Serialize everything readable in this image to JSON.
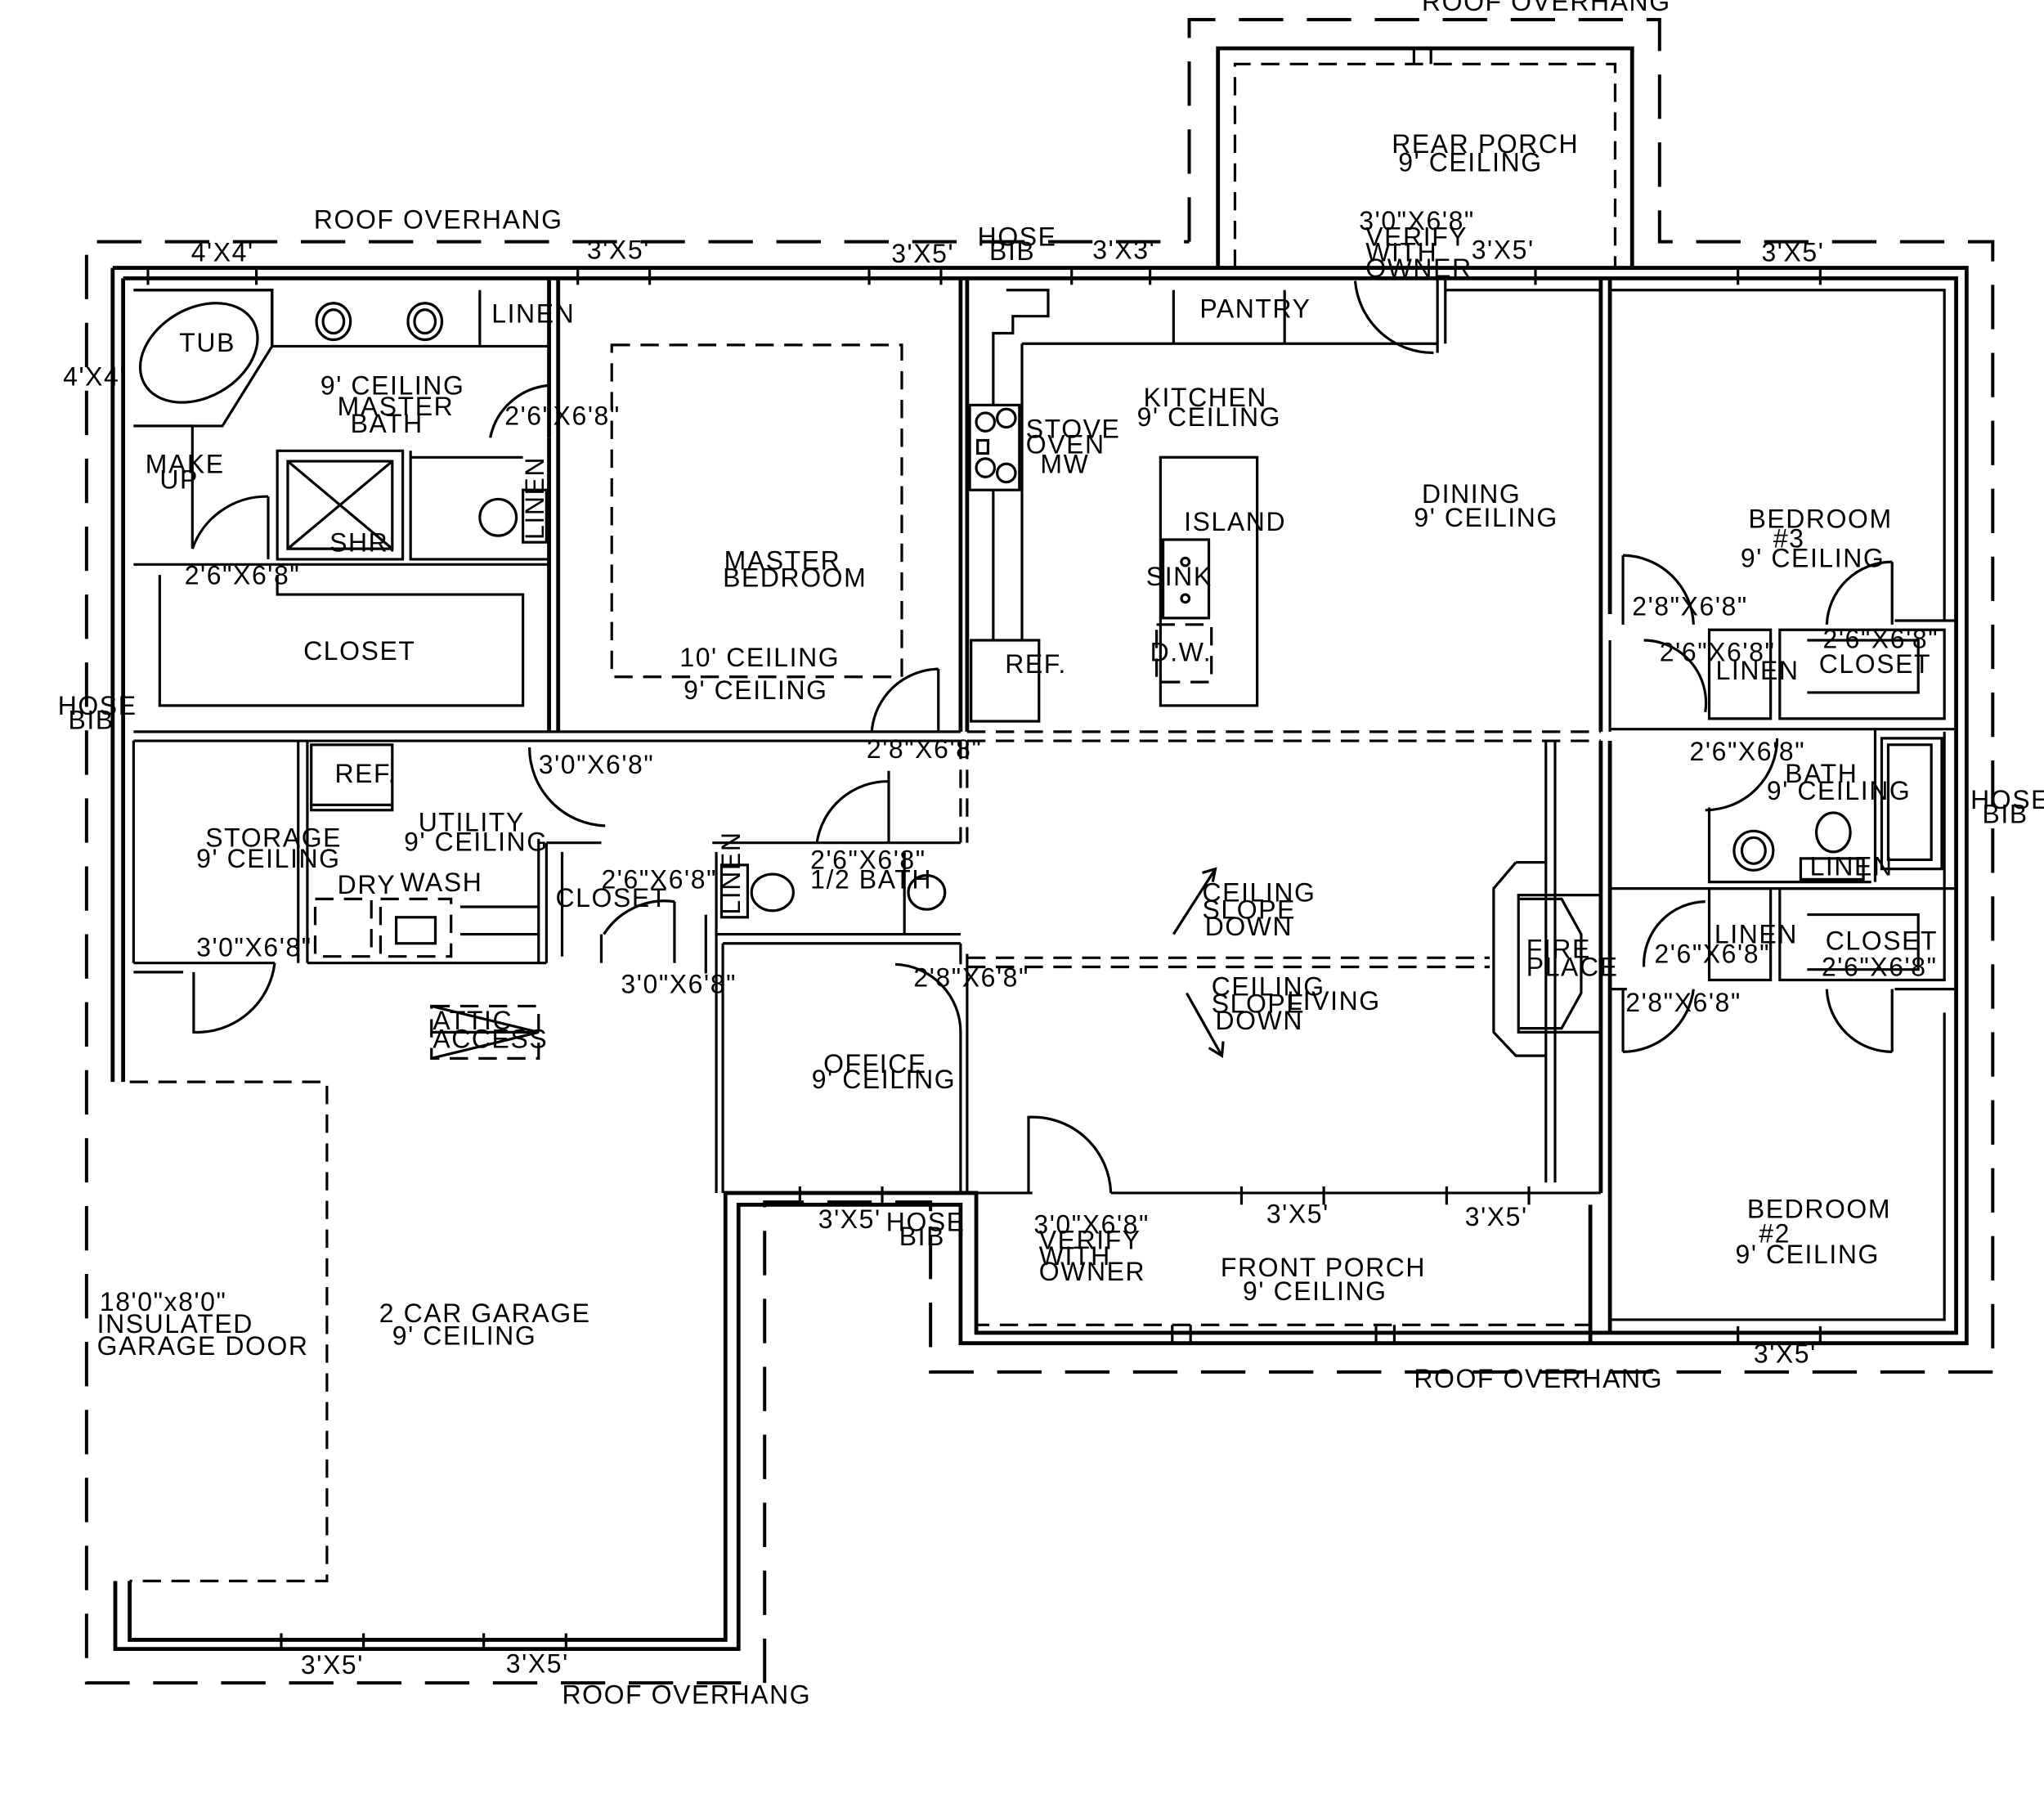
{
  "labels": {
    "roof_overhang_top": "ROOF OVERHANG",
    "roof_overhang_left": "ROOF OVERHANG",
    "roof_overhang_right": "ROOF OVERHANG",
    "roof_overhang_bottom": "ROOF OVERHANG",
    "rear_porch_1": "REAR PORCH",
    "rear_porch_2": "9' CEILING",
    "win_4x4_top": "4'X4'",
    "win_4x4_side": "4'X4'",
    "win_3x5_a": "3'X5'",
    "win_3x5_b": "3'X5'",
    "hose_bib_top_1": "HOSE",
    "hose_bib_top_2": "BIB",
    "win_3x3": "3'X3'",
    "rear_door_1": "3'0\"X6'8\"",
    "rear_door_2": "VERIFY",
    "rear_door_3": "WITH",
    "rear_door_4": "OWNER",
    "win_3x5_c": "3'X5'",
    "win_3x5_d": "3'X5'",
    "tub": "TUB",
    "linen_mb": "LINEN",
    "mb_ceiling": "9' CEILING",
    "mb_1": "MASTER",
    "mb_2": "BATH",
    "mb_door": "2'6\"X6'8\"",
    "makeup_1": "MAKE",
    "makeup_2": "UP",
    "shr": "SHR.",
    "linen_v1": "LINEN",
    "closet_door_mb": "2'6\"X6'8\"",
    "closet_mb": "CLOSET",
    "hose_bib_left_1": "HOSE",
    "hose_bib_left_2": "BIB",
    "master_bed_1": "MASTER",
    "master_bed_2": "BEDROOM",
    "master_ceil_10": "10' CEILING",
    "master_ceil_9": "9' CEILING",
    "pantry": "PANTRY",
    "kitchen_1": "KITCHEN",
    "kitchen_2": "9' CEILING",
    "stove_1": "STOVE",
    "stove_2": "OVEN",
    "stove_3": "MW",
    "island": "ISLAND",
    "sink": "SINK",
    "dw": "D.W.",
    "ref_kitchen": "REF.",
    "dining_1": "DINING",
    "dining_2": "9' CEILING",
    "bed3_1": "BEDROOM",
    "bed3_2": "#3",
    "bed3_3": "9' CEILING",
    "bed3_door": "2'8\"X6'8\"",
    "linen_door_r": "2'6\"X6'8\"",
    "linen_r1": "LINEN",
    "closet_door_r1": "2'6\"X6'8\"",
    "closet_r1": "CLOSET",
    "bath_door": "2'6\"X6'8\"",
    "bath_1": "BATH",
    "bath_2": "9' CEILING",
    "linen_r2": "LINEN",
    "hose_bib_right_1": "HOSE",
    "hose_bib_right_2": "BIB",
    "linen_r3": "LINEN",
    "linen_r3_door": "2'6\"X6'8\"",
    "closet_r2": "CLOSET",
    "closet_r2_door": "2'6\"X6'8\"",
    "bed2_door": "2'8\"X6'8\"",
    "mb_bed_door": "2'8\"X6'8\"",
    "util_door": "3'0\"X6'8\"",
    "ref_util": "REF.",
    "utility_1": "UTILITY",
    "utility_2": "9' CEILING",
    "storage_1": "STORAGE",
    "storage_2": "9' CEILING",
    "dry": "DRY",
    "wash": "WASH",
    "closet_util": "CLOSET",
    "closet_util_door": "2'6\"X6'8\"",
    "storage_door": "3'0\"X6'8\"",
    "garage_util_door": "3'0\"X6'8\"",
    "half_bath_door": "2'6\"X6'8\"",
    "half_bath": "1/2 BATH",
    "linen_hb": "LINEN",
    "attic_1": "ATTIC",
    "attic_2": "ACCESS",
    "slope1_1": "CEILING",
    "slope1_2": "SLOPE",
    "slope1_3": "DOWN",
    "office_door": "2'8\"X6'8\"",
    "slope2_1": "CEILING",
    "slope2_2": "SLOPE",
    "slope2_3": "DOWN",
    "living": "LIVING",
    "fireplace_1": "FIRE",
    "fireplace_2": "PLACE",
    "office_1": "OFFICE",
    "office_2": "9' CEILING",
    "win_3x5_e": "3'X5'",
    "hose_bib_front_1": "HOSE",
    "hose_bib_front_2": "BIB",
    "front_door_1": "3'0\"X6'8\"",
    "front_door_2": "VERIFY",
    "front_door_3": "WITH",
    "front_door_4": "OWNER",
    "win_3x5_f": "3'X5'",
    "win_3x5_g": "3'X5'",
    "front_porch_1": "FRONT PORCH",
    "front_porch_2": "9' CEILING",
    "bed2_1": "BEDROOM",
    "bed2_2": "#2",
    "bed2_3": "9' CEILING",
    "win_3x5_h": "3'X5'",
    "garage_door_1": "18'0\"x8'0\"",
    "garage_door_2": "INSULATED",
    "garage_door_3": "GARAGE DOOR",
    "garage_1": "2 CAR GARAGE",
    "garage_2": "9' CEILING",
    "win_3x5_i": "3'X5'",
    "win_3x5_j": "3'X5'"
  }
}
